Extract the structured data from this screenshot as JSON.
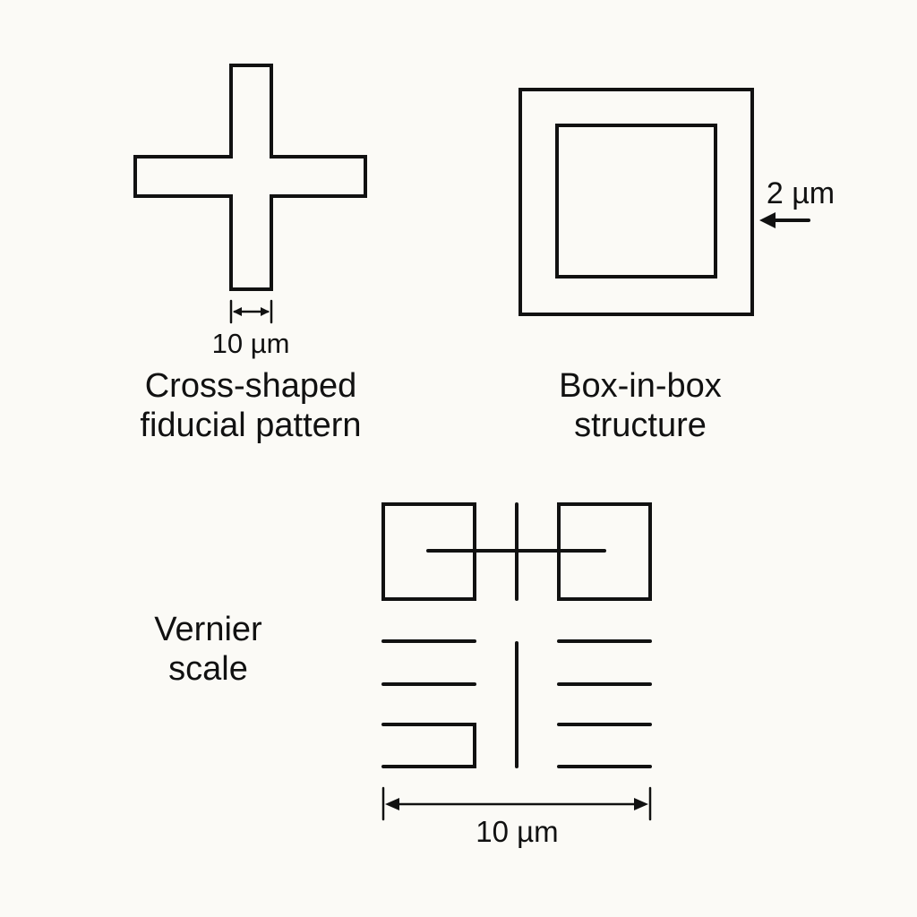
{
  "figures": {
    "cross": {
      "dimension_label": "10 µm",
      "caption_line1": "Cross-shaped",
      "caption_line2": "fiducial pattern"
    },
    "box_in_box": {
      "dimension_label": "2 µm",
      "caption_line1": "Box-in-box",
      "caption_line2": "structure"
    },
    "vernier": {
      "dimension_label": "10 µm",
      "caption_line1": "Vernier",
      "caption_line2": "scale"
    }
  },
  "colors": {
    "background": "#fbfaf6",
    "ink": "#111111"
  }
}
